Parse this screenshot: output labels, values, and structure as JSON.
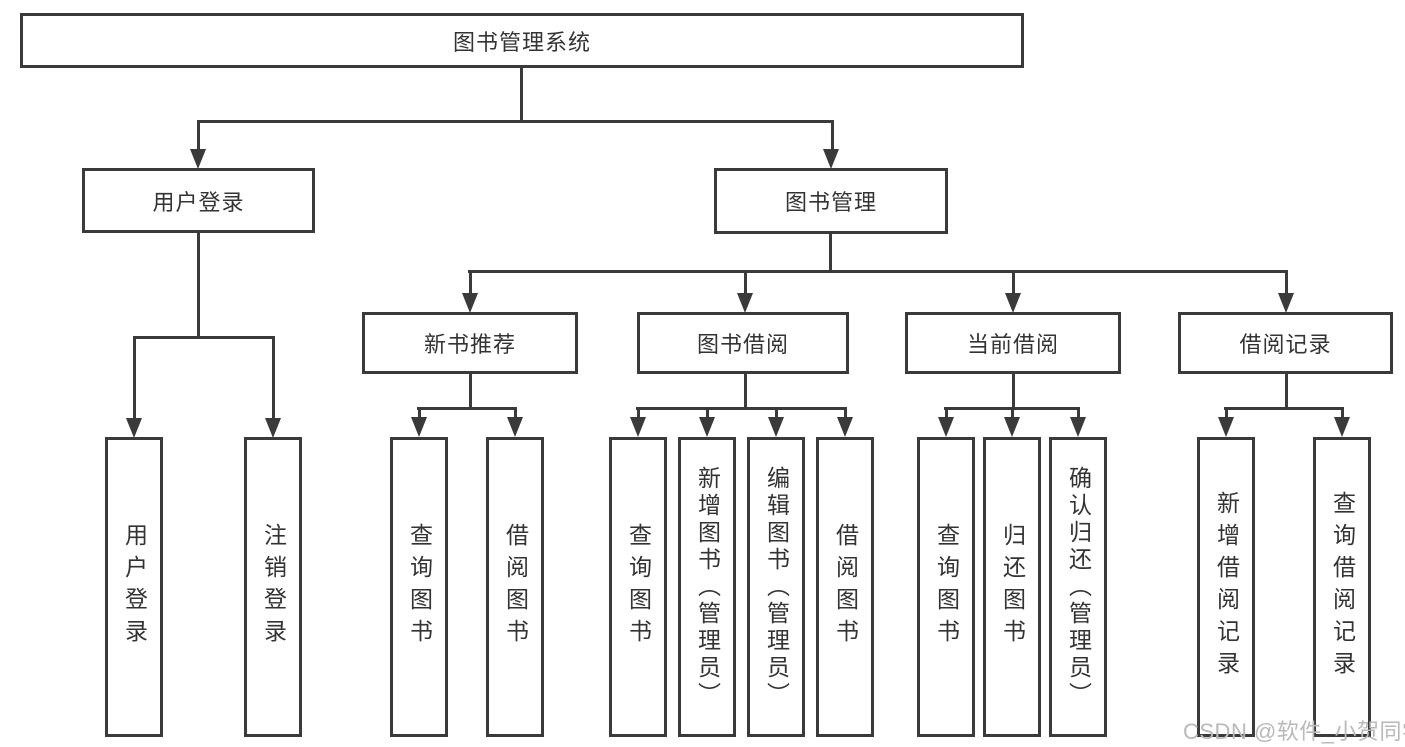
{
  "colors": {
    "line": "#3a3a3a",
    "text": "#333333",
    "background": "#ffffff",
    "watermark": "#b9b9b9"
  },
  "watermark": "CSDN @软件_小贺同学",
  "nodes": {
    "root": "图书管理系统",
    "user_login": "用户登录",
    "book_management": "图书管理",
    "new_book_recommend": "新书推荐",
    "book_borrowing": "图书借阅",
    "current_borrowing": "当前借阅",
    "borrowing_records": "借阅记录",
    "login": "用户登录",
    "logout": "注销登录",
    "nbr_query_books": "查询图书",
    "nbr_borrow_books": "借阅图书",
    "bb_query_books": "查询图书",
    "bb_add_books": "新增图书（管理员）",
    "bb_edit_books": "编辑图书（管理员）",
    "bb_borrow_books": "借阅图书",
    "cb_query_books": "查询图书",
    "cb_return_books": "归还图书",
    "cb_confirm_return": "确认归还（管理员）",
    "br_add_record": "新增借阅记录",
    "br_query_record": "查询借阅记录"
  }
}
